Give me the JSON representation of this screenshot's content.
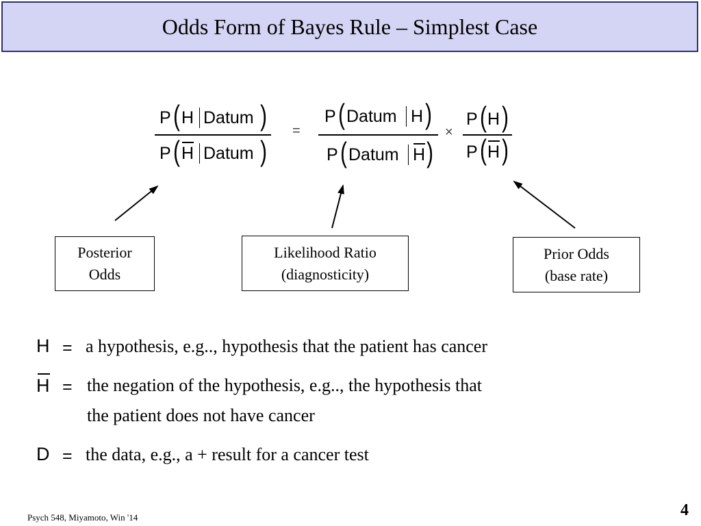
{
  "slide": {
    "title": "Odds Form of Bayes Rule – Simplest Case",
    "footer": "Psych 548, Miyamoto, Win '14",
    "page_number": "4"
  },
  "formula": {
    "posterior_num": {
      "p": "P",
      "h": "H",
      "datum": "Datum"
    },
    "posterior_den": {
      "p": "P",
      "h": "H",
      "datum": "Datum"
    },
    "equals": "=",
    "likelihood_num": {
      "p": "P",
      "datum": "Datum",
      "h": "H"
    },
    "likelihood_den": {
      "p": "P",
      "datum": "Datum",
      "h": "H"
    },
    "times": "×",
    "prior_num": {
      "p": "P",
      "h": "H"
    },
    "prior_den": {
      "p": "P",
      "h": "H"
    }
  },
  "labels": {
    "posterior": "Posterior\nOdds",
    "likelihood": "Likelihood Ratio\n(diagnosticity)",
    "prior": "Prior Odds\n(base rate)"
  },
  "definitions": [
    {
      "symbol": "H",
      "equals": "=",
      "text": "a hypothesis, e.g..,  hypothesis that the patient has cancer"
    },
    {
      "symbol": "H",
      "equals": "=",
      "text": "the negation of the hypothesis, e.g.., the hypothesis that",
      "continuation": "the patient does not have cancer"
    },
    {
      "symbol": "D",
      "equals": "=",
      "text": "the data, e.g.,   a + result for a cancer test"
    }
  ]
}
